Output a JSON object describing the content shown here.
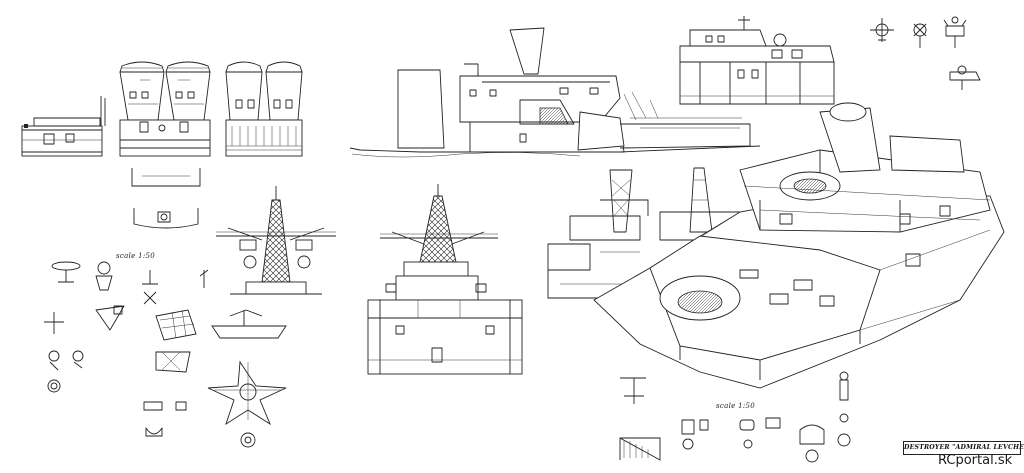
{
  "labels": {
    "scale_left": "scale 1:50",
    "scale_right": "scale 1:50",
    "title": "DESTROYER \"ADMIRAL LEVCHENKO\""
  },
  "watermark": "RCportal.sk"
}
